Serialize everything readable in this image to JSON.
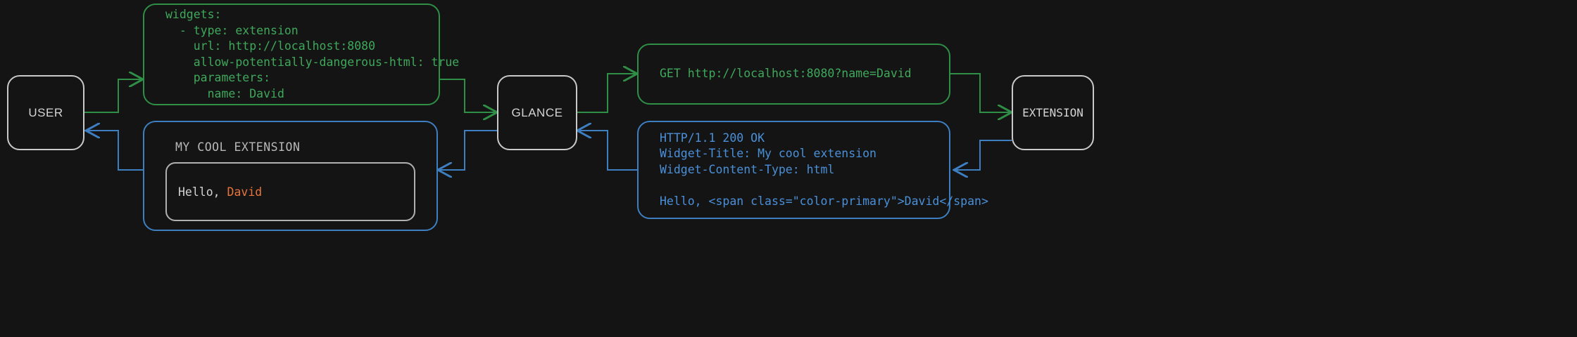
{
  "theme": {
    "background": "#141414",
    "node_border": "#c9c9c9",
    "node_text": "#d4d4d4",
    "request_color": "#3fa85b",
    "request_border": "#2f8f46",
    "response_color": "#4a90d9",
    "response_border": "#3d7fc1",
    "accent_primary": "#e8743b",
    "widget_inner_border": "#b0b0b0"
  },
  "nodes": {
    "user": "USER",
    "glance": "GLANCE",
    "extension": "EXTENSION"
  },
  "config_box": {
    "code": "widgets:\n  - type: extension\n    url: http://localhost:8080\n    allow-potentially-dangerous-html: true\n    parameters:\n      name: David"
  },
  "request_box": {
    "code": "GET http://localhost:8080?name=David"
  },
  "response_box": {
    "code": "HTTP/1.1 200 OK\nWidget-Title: My cool extension\nWidget-Content-Type: html\n\nHello, <span class=\"color-primary\">David</span>"
  },
  "widget_preview": {
    "title": "MY COOL EXTENSION",
    "greeting_prefix": "Hello, ",
    "greeting_name": "David"
  }
}
